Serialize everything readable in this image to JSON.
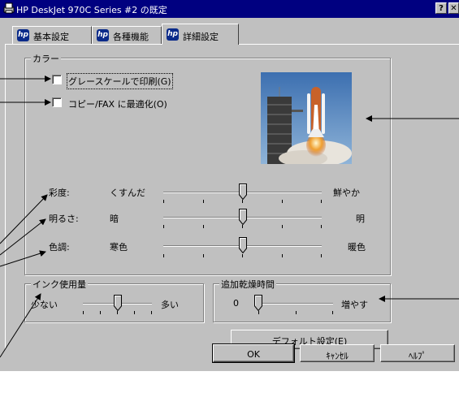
{
  "window": {
    "title": "HP DeskJet 970C Series #2 の既定",
    "help_button": "?",
    "close_button": "✕"
  },
  "tabs": [
    {
      "label": "基本設定",
      "active": false
    },
    {
      "label": "各種機能",
      "active": false
    },
    {
      "label": "詳細設定",
      "active": true
    }
  ],
  "color_group": {
    "legend": "カラー",
    "grayscale": {
      "label": "グレースケールで印刷(G)",
      "checked": false
    },
    "optimize_fax": {
      "label": "コピー/FAX に最適化(O)",
      "checked": false
    },
    "sliders": [
      {
        "name": "彩度:",
        "min_label": "くすんだ",
        "max_label": "鮮やか",
        "level": 0.5
      },
      {
        "name": "明るさ:",
        "min_label": "暗",
        "max_label": "明",
        "level": 0.5
      },
      {
        "name": "色調:",
        "min_label": "寒色",
        "max_label": "暖色",
        "level": 0.5
      }
    ]
  },
  "ink_group": {
    "legend": "インク使用量",
    "min_label": "少ない",
    "max_label": "多い",
    "level": 0.5
  },
  "dry_group": {
    "legend": "追加乾燥時間",
    "min_label": "0",
    "max_label": "増やす",
    "level": 0
  },
  "buttons": {
    "default_settings": "デフォルト設定(E)",
    "ok": "OK",
    "cancel": "ｷｬﾝｾﾙ",
    "help": "ﾍﾙﾌﾟ"
  },
  "colors": {
    "titlebar": "#000080",
    "face": "#c0c0c0"
  }
}
